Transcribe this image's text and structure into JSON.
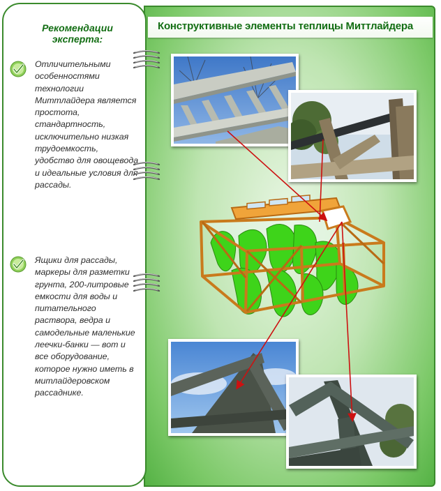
{
  "title": "Конструктивные элементы теплицы Миттлайдера",
  "sidebar": {
    "heading": "Рекомендации эксперта:",
    "paragraph1": "Отличительными особенностями технологии Миттлайдера является простота, стандартность, исключительно низкая трудоемкость, удобство для овощевода и идеальные условия для рассады.",
    "paragraph2": "Ящики для рассады, маркеры для разметки грунта, 200-литровые емкости для воды и питательного раствора, ведра и самодельные маленькие леечки-банки — вот и все оборудование, которое нужно иметь в митлайдеровском рассаднике."
  },
  "colors": {
    "accent_green": "#136e14",
    "arrow_red": "#cc1111"
  },
  "icons": [
    "check-icon",
    "spring-binding-icon"
  ]
}
